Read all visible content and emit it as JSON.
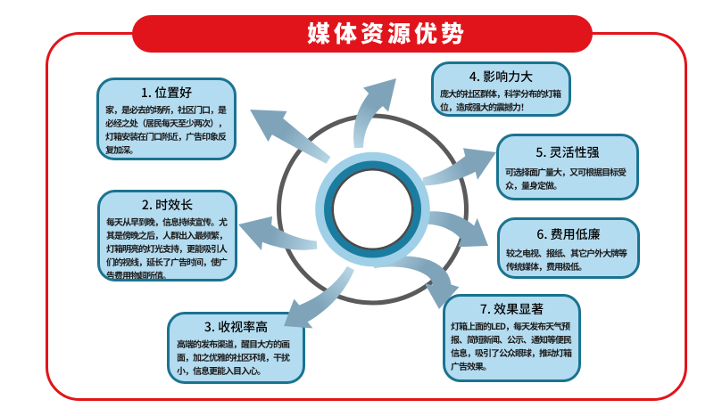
{
  "banner": {
    "title": "媒体资源优势"
  },
  "boxes": [
    {
      "title": "1. 位置好",
      "body": "家，是必去的场所，社区门口，是必经之处（居民每天至少两次），灯箱安装在门口附近，广告印象反复加深。"
    },
    {
      "title": "2. 时效长",
      "body": "每天从早到晚，信息持续宣传。尤其是傍晚之后，人群出入最频繁，灯箱明亮的灯光支持，更能吸引人们的视线，延长了广告时间，使广告费用物超所值。"
    },
    {
      "title": "3. 收视率高",
      "body": "高端的发布渠道，醒目大方的画面，加之优雅的社区环境，干扰小，信息更能入目入心。"
    },
    {
      "title": "4. 影响力大",
      "body": "庞大的社区群体，科学分布的灯箱位，造成强大的震撼力！"
    },
    {
      "title": "5. 灵活性强",
      "body": "可选择面广量大，又可根据目标受众，量身定做。"
    },
    {
      "title": "6. 费用低廉",
      "body": "较之电视、报纸、其它户外大牌等传统媒体，费用极低。"
    },
    {
      "title": "7. 效果显著",
      "body": "灯箱上面的LED，每天发布天气预报、简短新闻、公示、通知等便民信息，吸引了公众眼球，推动灯箱广告效果。"
    }
  ],
  "colors": {
    "red": "#E2141B",
    "box_fill": "#B4DCF0",
    "box_border": "#1A7390",
    "arrow_head": "#7FA4BA",
    "arrow_tail": "#B7D6E5",
    "ring_light": "#9FD0E7",
    "ring_teal": "#1A7CA0",
    "ring_thin": "#4A4A4A",
    "circle_gray": "#5A5A5A",
    "banner_text": "#FFFFFF",
    "title_text": "#000000",
    "body_text": "#1A1A1A"
  }
}
